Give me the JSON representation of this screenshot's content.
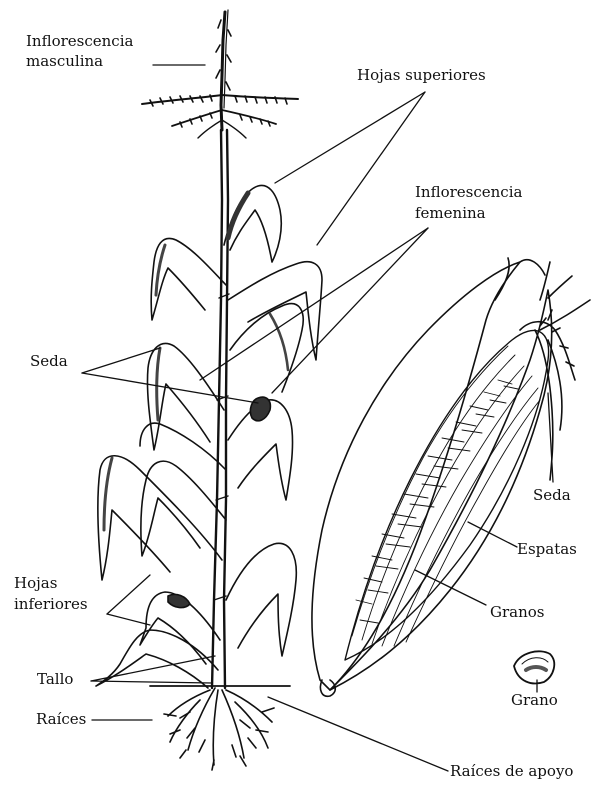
{
  "labels": {
    "inflorescencia_masculina_1": "Inflorescencia",
    "inflorescencia_masculina_2": "masculina",
    "hojas_superiores": "Hojas superiores",
    "inflorescencia_femenina_1": "Inflorescencia",
    "inflorescencia_femenina_2": "femenina",
    "seda_planta": "Seda",
    "seda_mazorca": "Seda",
    "espatas": "Espatas",
    "hojas_inferiores_1": "Hojas",
    "hojas_inferiores_2": "inferiores",
    "granos": "Granos",
    "tallo": "Tallo",
    "grano": "Grano",
    "raices": "Raíces",
    "raices_de_apoyo": "Raíces de apoyo"
  },
  "colors": {
    "ink": "#111111",
    "leaf_shade": "#444444",
    "background": "#ffffff"
  }
}
